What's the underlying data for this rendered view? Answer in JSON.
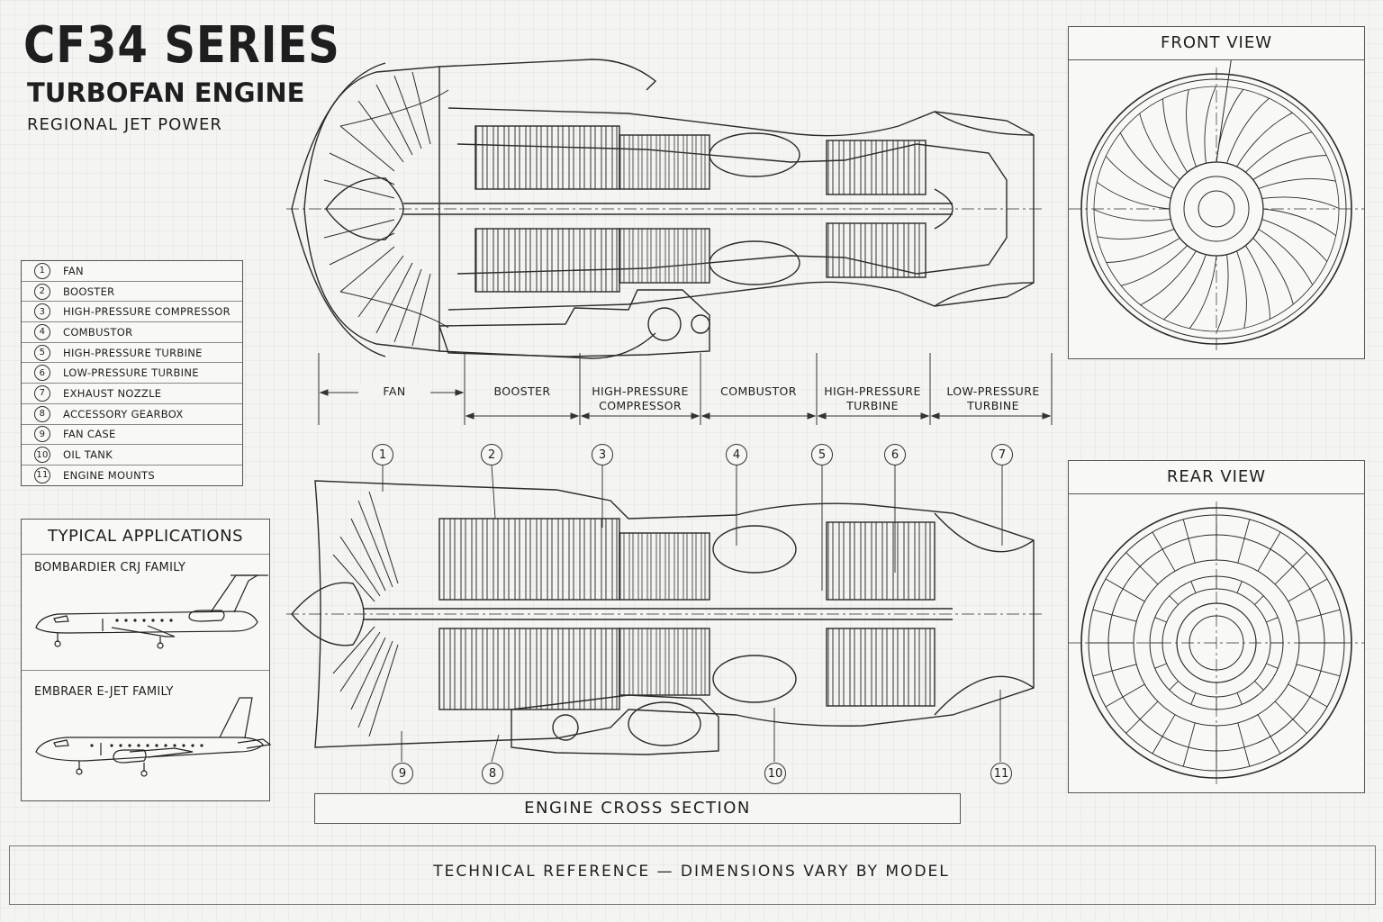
{
  "header": {
    "title": "CF34 SERIES",
    "subtitle": "TURBOFAN ENGINE",
    "tagline": "REGIONAL JET POWER"
  },
  "legend": [
    {
      "num": "1",
      "label": "FAN"
    },
    {
      "num": "2",
      "label": "BOOSTER"
    },
    {
      "num": "3",
      "label": "HIGH-PRESSURE COMPRESSOR"
    },
    {
      "num": "4",
      "label": "COMBUSTOR"
    },
    {
      "num": "5",
      "label": "HIGH-PRESSURE TURBINE"
    },
    {
      "num": "6",
      "label": "LOW-PRESSURE TURBINE"
    },
    {
      "num": "7",
      "label": "EXHAUST NOZZLE"
    },
    {
      "num": "8",
      "label": "ACCESSORY GEARBOX"
    },
    {
      "num": "9",
      "label": "FAN CASE"
    },
    {
      "num": "10",
      "label": "OIL TANK"
    },
    {
      "num": "11",
      "label": "ENGINE MOUNTS"
    }
  ],
  "applications": {
    "title": "TYPICAL APPLICATIONS",
    "items": [
      "BOMBARDIER CRJ FAMILY",
      "EMBRAER E-JET FAMILY"
    ]
  },
  "sections": [
    {
      "line1": "FAN",
      "line2": ""
    },
    {
      "line1": "BOOSTER",
      "line2": ""
    },
    {
      "line1": "HIGH-PRESSURE",
      "line2": "COMPRESSOR"
    },
    {
      "line1": "COMBUSTOR",
      "line2": ""
    },
    {
      "line1": "HIGH-PRESSURE",
      "line2": "TURBINE"
    },
    {
      "line1": "LOW-PRESSURE",
      "line2": "TURBINE"
    }
  ],
  "callouts_top": [
    "1",
    "2",
    "3",
    "4",
    "5",
    "6",
    "7"
  ],
  "callouts_bottom": [
    "9",
    "8",
    "10",
    "11"
  ],
  "views": {
    "front": "FRONT VIEW",
    "rear": "REAR VIEW"
  },
  "cross_section_label": "ENGINE CROSS SECTION",
  "footer": "TECHNICAL  REFERENCE — DIMENSIONS VARY BY MODEL",
  "colors": {
    "ink": "#1e1e1e",
    "paper": "#f4f4f2",
    "line": "#555555"
  }
}
